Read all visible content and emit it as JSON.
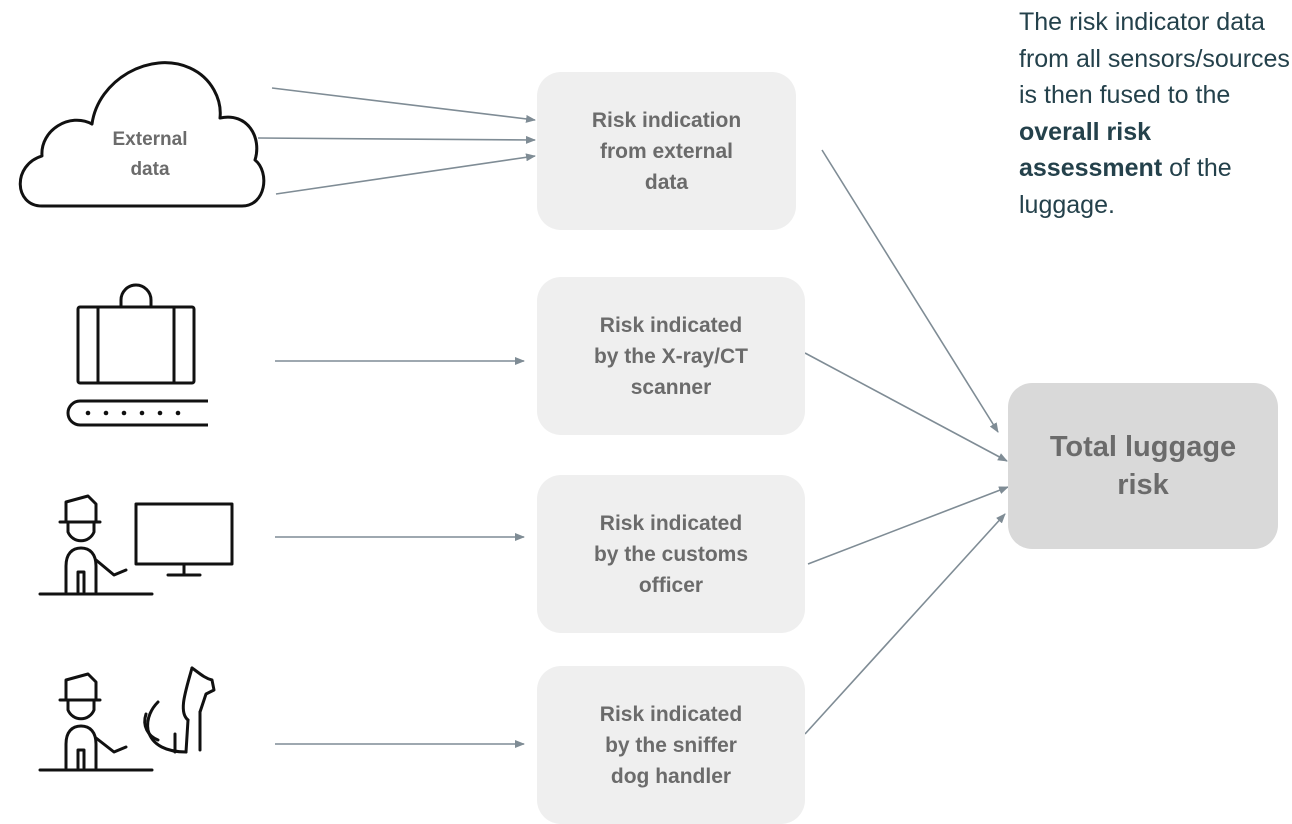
{
  "sources": {
    "cloud_label": "External\ndata"
  },
  "boxes": {
    "external": "Risk indication\nfrom external\ndata",
    "xray": "Risk indicated\nby the X-ray/CT\nscanner",
    "customs": "Risk indicated\nby the customs\nofficer",
    "dog": "Risk indicated\nby the sniffer\ndog handler",
    "total": "Total luggage\nrisk"
  },
  "note": {
    "part1": "The risk indicator data from all sensors/sources is then fused to the ",
    "bold": "overall risk assessment",
    "part2": " of the luggage."
  },
  "colors": {
    "arrow": "#7f8c95",
    "box_fill": "#efefef",
    "total_fill": "#d9d9d9",
    "box_text": "#6b6b6b",
    "note_text": "#24414b",
    "icon_stroke": "#111111"
  },
  "icons": [
    "cloud-icon",
    "luggage-scanner-icon",
    "customs-officer-icon",
    "sniffer-dog-handler-icon"
  ]
}
